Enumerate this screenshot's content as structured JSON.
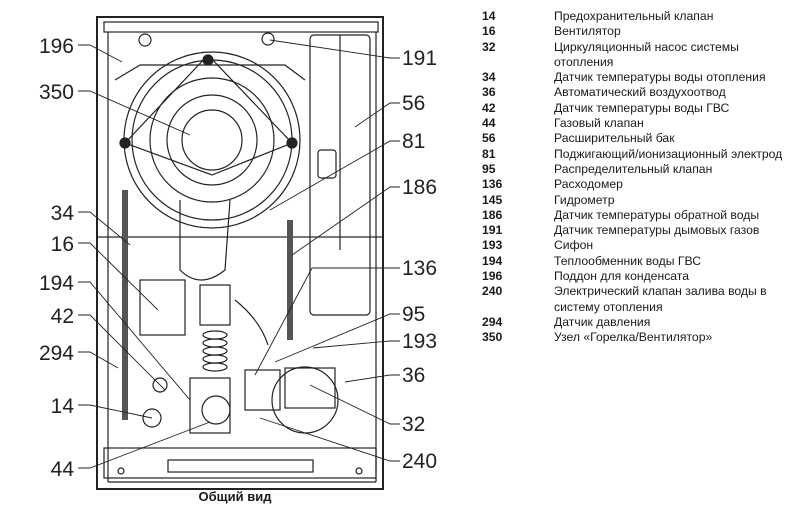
{
  "caption": "Общий вид",
  "callouts": {
    "c196": "196",
    "c350": "350",
    "c34": "34",
    "c16": "16",
    "c194": "194",
    "c42": "42",
    "c294": "294",
    "c14": "14",
    "c44": "44",
    "c191": "191",
    "c56": "56",
    "c81": "81",
    "c186": "186",
    "c136": "136",
    "c95": "95",
    "c193": "193",
    "c36": "36",
    "c32": "32",
    "c240": "240"
  },
  "legend": [
    {
      "num": "14",
      "text": "Предохранительный клапан"
    },
    {
      "num": "16",
      "text": "Вентилятор"
    },
    {
      "num": "32",
      "text": "Циркуляционный насос системы отопления"
    },
    {
      "num": "34",
      "text": "Датчик температуры воды отопления"
    },
    {
      "num": "36",
      "text": "Автоматический воздухоотвод"
    },
    {
      "num": "42",
      "text": "Датчик температуры воды ГВС"
    },
    {
      "num": "44",
      "text": "Газовый клапан"
    },
    {
      "num": "56",
      "text": "Расширительный бак"
    },
    {
      "num": "81",
      "text": "Поджигающий/ионизационный электрод"
    },
    {
      "num": "95",
      "text": "Распределительный клапан"
    },
    {
      "num": "136",
      "text": "Расходомер"
    },
    {
      "num": "145",
      "text": "Гидрометр"
    },
    {
      "num": "186",
      "text": "Датчик температуры обратной воды"
    },
    {
      "num": "191",
      "text": "Датчик температуры дымовых газов"
    },
    {
      "num": "193",
      "text": "Сифон"
    },
    {
      "num": "194",
      "text": "Теплообменник воды ГВС"
    },
    {
      "num": "196",
      "text": "Поддон для конденсата"
    },
    {
      "num": "240",
      "text": "Электрический клапан залива воды в систему отопления"
    },
    {
      "num": "294",
      "text": "Датчик давления"
    },
    {
      "num": "350",
      "text": "Узел «Горелка/Вентилятор»"
    }
  ]
}
